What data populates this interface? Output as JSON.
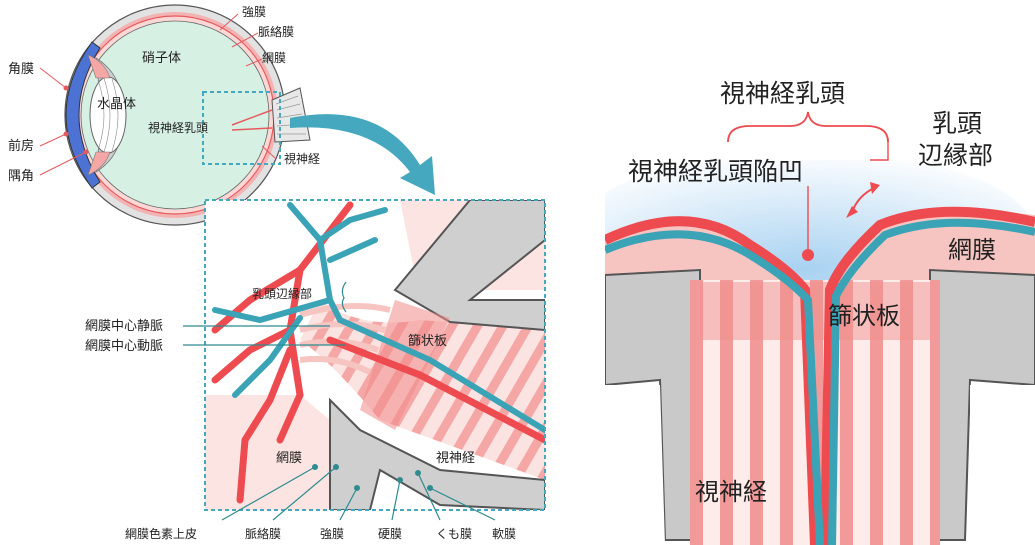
{
  "eye": {
    "kyomaku": "強膜",
    "myakurakumaku": "脈絡膜",
    "shoshitai": "硝子体",
    "momaku": "網膜",
    "kakumaku": "角膜",
    "suishotai": "水晶体",
    "shishinkei_nyuto": "視神経乳頭",
    "zenbo": "前房",
    "gukaku": "隅角",
    "shishinkei": "視神経"
  },
  "detail": {
    "nyuto_henenbu": "乳頭辺縁部",
    "vein": "網膜中心静脈",
    "artery": "網膜中心動脈",
    "shijoban": "篩状板",
    "momaku": "網膜",
    "shishinkei": "視神経",
    "bottom": [
      "網膜色素上皮",
      "脈絡膜",
      "強膜",
      "硬膜",
      "くも膜",
      "軟膜"
    ]
  },
  "right": {
    "nyuto": "視神経乳頭",
    "kanbo": "視神経乳頭陥凹",
    "henen_line1": "乳頭",
    "henen_line2": "辺縁部",
    "momaku": "網膜",
    "shijoban": "篩状板",
    "shishinkei": "視神経"
  },
  "colors": {
    "vessel_red": "#ee4b50",
    "vessel_teal": "#3aa3b6",
    "nerve_pink": "#f7c5c1",
    "gray_tissue": "#c9c9c9",
    "vitreous": "#d6f1e4",
    "cornea_blue": "#4c72d4",
    "frame_dash": "#45a8be",
    "cup_blue": "#cfe7f7"
  }
}
